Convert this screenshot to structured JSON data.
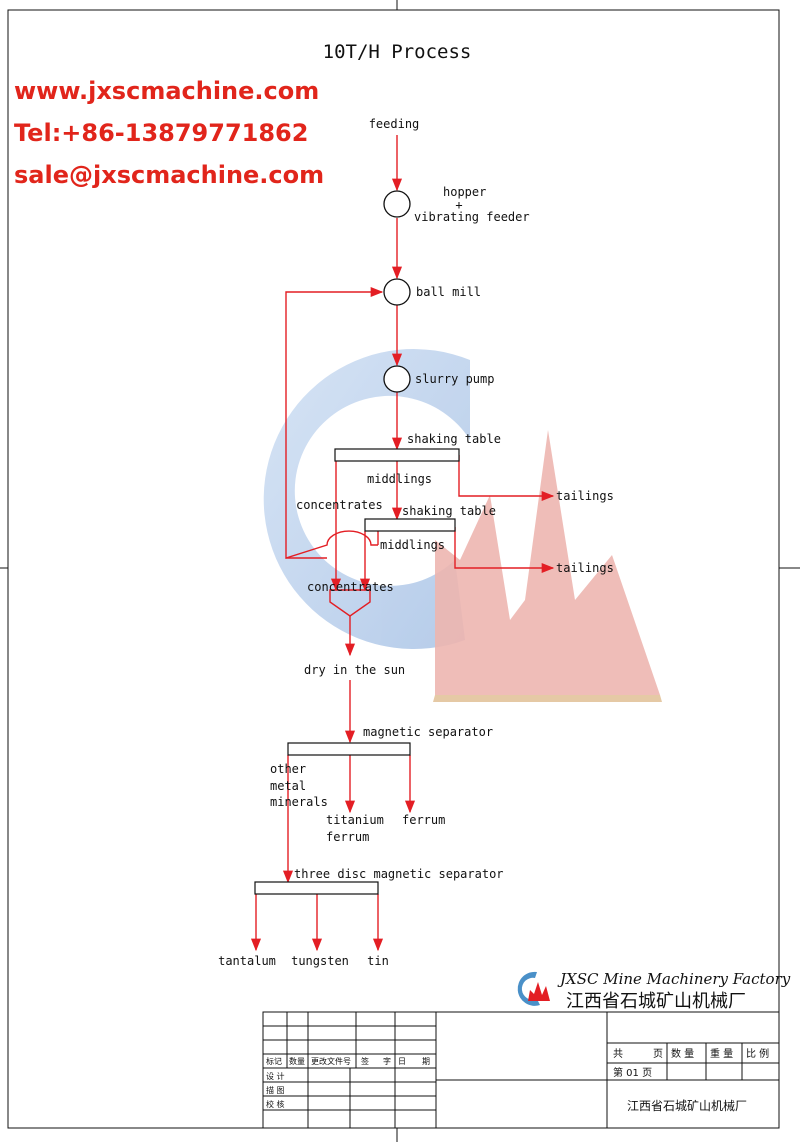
{
  "title": "10T/H Process",
  "contact": {
    "website": "www.jxscmachine.com",
    "tel": "Tel:+86-13879771862",
    "email": "sale@jxscmachine.com"
  },
  "nodes": {
    "feeding": "feeding",
    "hopper": "hopper",
    "plus": "+",
    "vibrating_feeder": "vibrating feeder",
    "ball_mill": "ball mill",
    "slurry_pump": "slurry pump",
    "shaking_table_1": "shaking table",
    "middlings_1": "middlings",
    "tailings_1": "tailings",
    "concentrates_1": "concentrates",
    "shaking_table_2": "shaking table",
    "middlings_2": "middlings",
    "tailings_2": "tailings",
    "concentrates_2": "concentrates",
    "dry": "dry in the sun",
    "magnetic_separator": "magnetic separator",
    "other_1": "other",
    "other_2": "metal",
    "other_3": "minerals",
    "titanium_1": "titanium",
    "titanium_2": "ferrum",
    "ferrum": "ferrum",
    "three_disc": "three disc magnetic separator",
    "tantalum": "tantalum",
    "tungsten": "tungsten",
    "tin": "tin"
  },
  "brand": {
    "en": "JXSC Mine Machinery Factory",
    "cn": "江西省石城矿山机械厂"
  },
  "title_block": {
    "row_labels": [
      "标记",
      "数量",
      "更改文件号",
      "签",
      "字",
      "日",
      "期"
    ],
    "design": "设  计",
    "drawing": "描  图",
    "check": "校  核",
    "shared": "共",
    "page": "页",
    "quantity": "数  量",
    "weight": "重  量",
    "scale": "比  例",
    "page_no": "第  01  页",
    "factory": "江西省石城矿山机械厂"
  },
  "colors": {
    "flow": "#e31e24",
    "watermark_blue": "#b9cfea",
    "watermark_red": "#e8a39e"
  }
}
